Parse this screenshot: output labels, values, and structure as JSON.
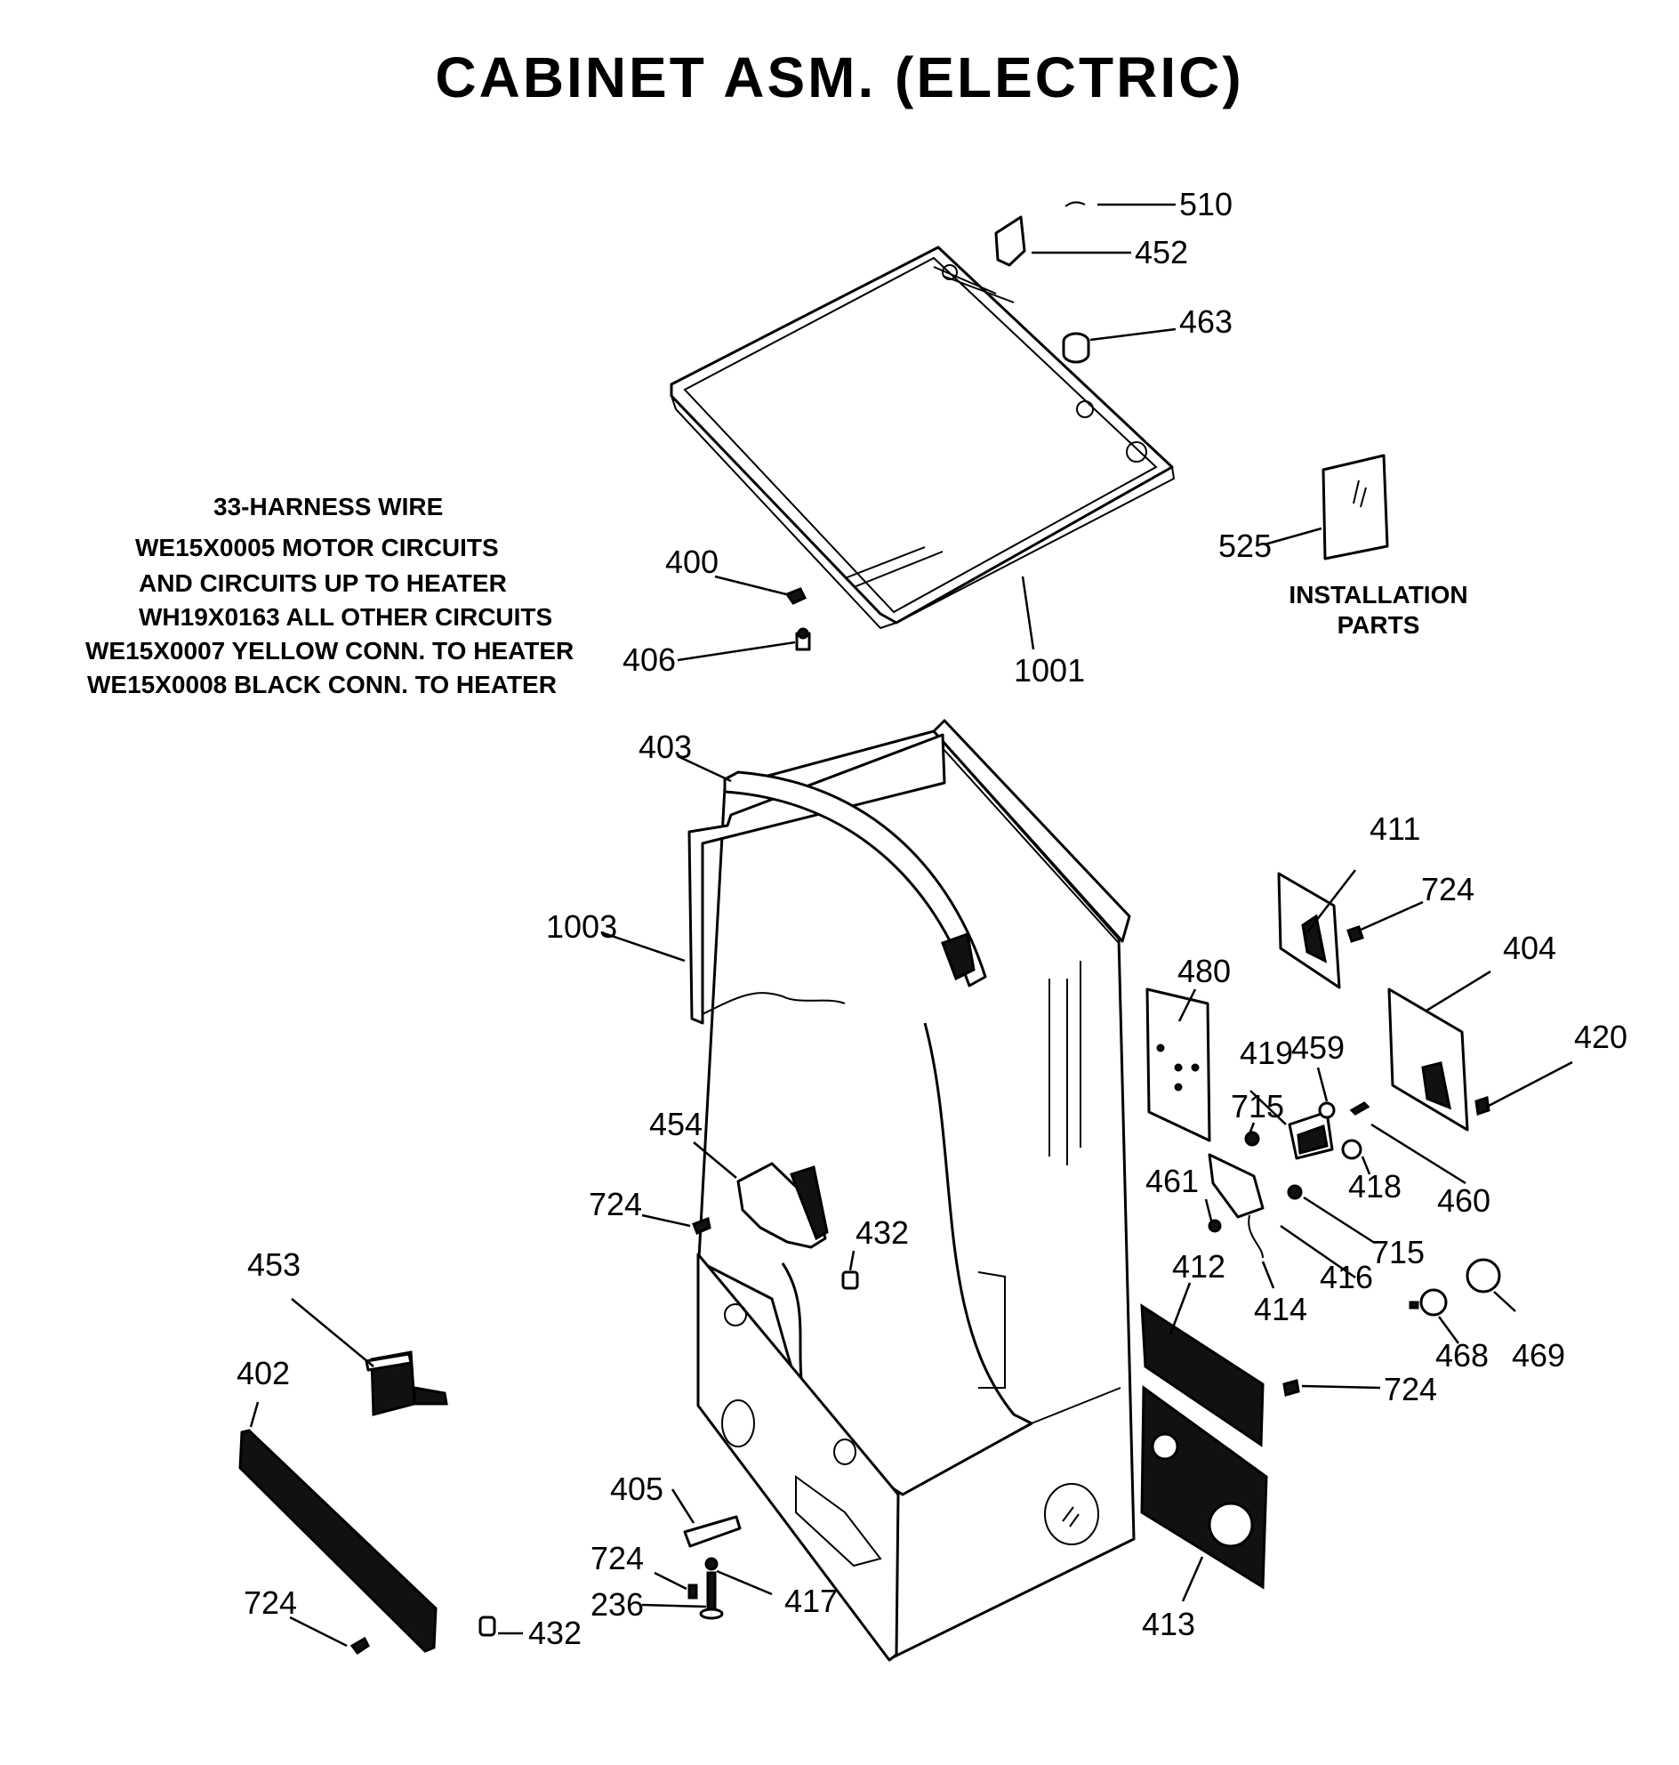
{
  "title": "CABINET ASM. (ELECTRIC)",
  "harness_note": {
    "heading": "33-HARNESS WIRE",
    "lines": [
      "WE15X0005 MOTOR CIRCUITS",
      "AND CIRCUITS UP TO HEATER",
      "WH19X0163 ALL OTHER CIRCUITS",
      "WE15X0007 YELLOW CONN. TO HEATER",
      "WE15X0008 BLACK CONN. TO HEATER"
    ]
  },
  "installation_parts": {
    "line1": "INSTALLATION",
    "line2": "PARTS"
  },
  "part_labels": [
    "510",
    "452",
    "463",
    "525",
    "1001",
    "400",
    "406",
    "403",
    "1003",
    "411",
    "724",
    "404",
    "480",
    "420",
    "419",
    "459",
    "715",
    "460",
    "418",
    "454",
    "461",
    "724",
    "432",
    "416",
    "715",
    "414",
    "412",
    "453",
    "468",
    "469",
    "724",
    "402",
    "405",
    "724",
    "417",
    "236",
    "724",
    "432",
    "413"
  ]
}
